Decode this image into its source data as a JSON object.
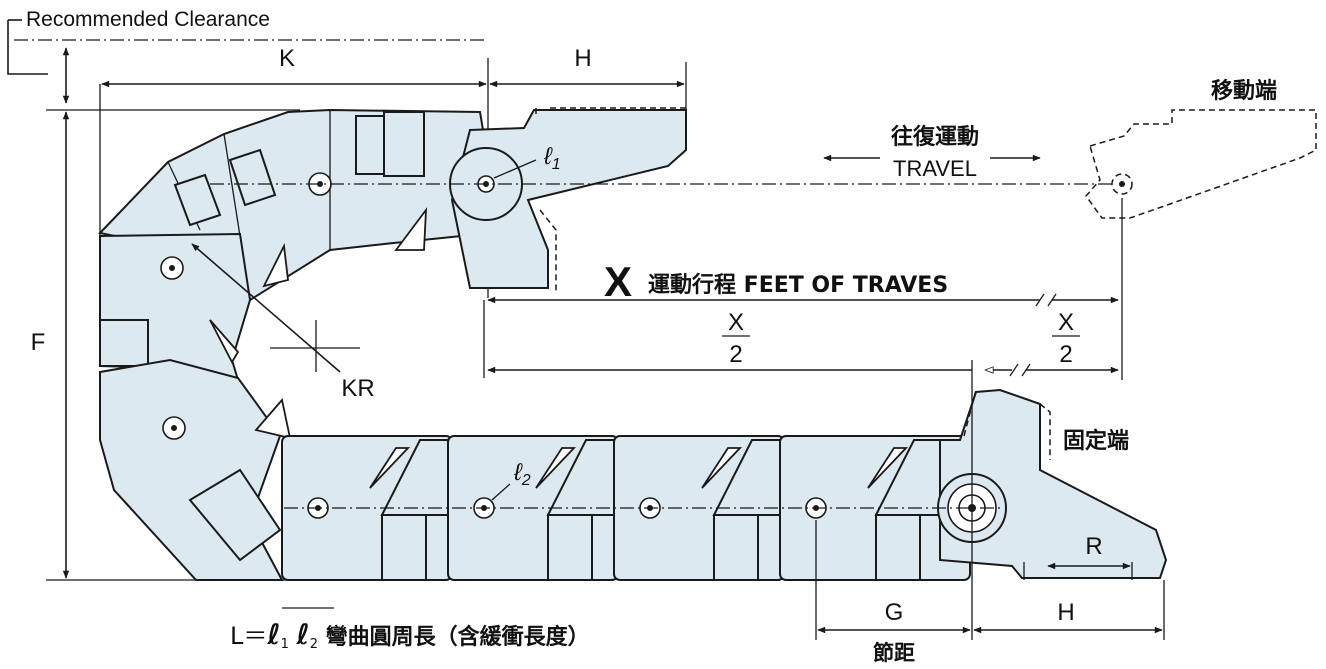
{
  "labels": {
    "recommended_clearance": "Recommended Clearance",
    "k": "K",
    "h_top": "H",
    "f": "F",
    "kr": "KR",
    "l1_base": "ℓ",
    "l1_sub": "1",
    "l2_base": "ℓ",
    "l2_sub": "2",
    "moving_end": "移動端",
    "travel_cn": "往復運動",
    "travel_en": "TRAVEL",
    "x_big": "X",
    "x_desc": "運動行程 FEET OF TRAVES",
    "x_half_num_left": "X",
    "x_half_den_left": "2",
    "x_half_num_right": "X",
    "x_half_den_right": "2",
    "fixed_end": "固定端",
    "r": "R",
    "g": "G",
    "h_bottom": "H",
    "pitch": "節距",
    "formula_prefix": "L＝",
    "formula_l1": "ℓ",
    "formula_sub1": "1",
    "formula_l2": "ℓ",
    "formula_sub2": "2",
    "formula_desc": "彎曲圓周長（含緩衝長度）"
  },
  "colors": {
    "link_fill": "#dde9f1",
    "stroke": "#1a1a1a",
    "text": "#111111"
  }
}
